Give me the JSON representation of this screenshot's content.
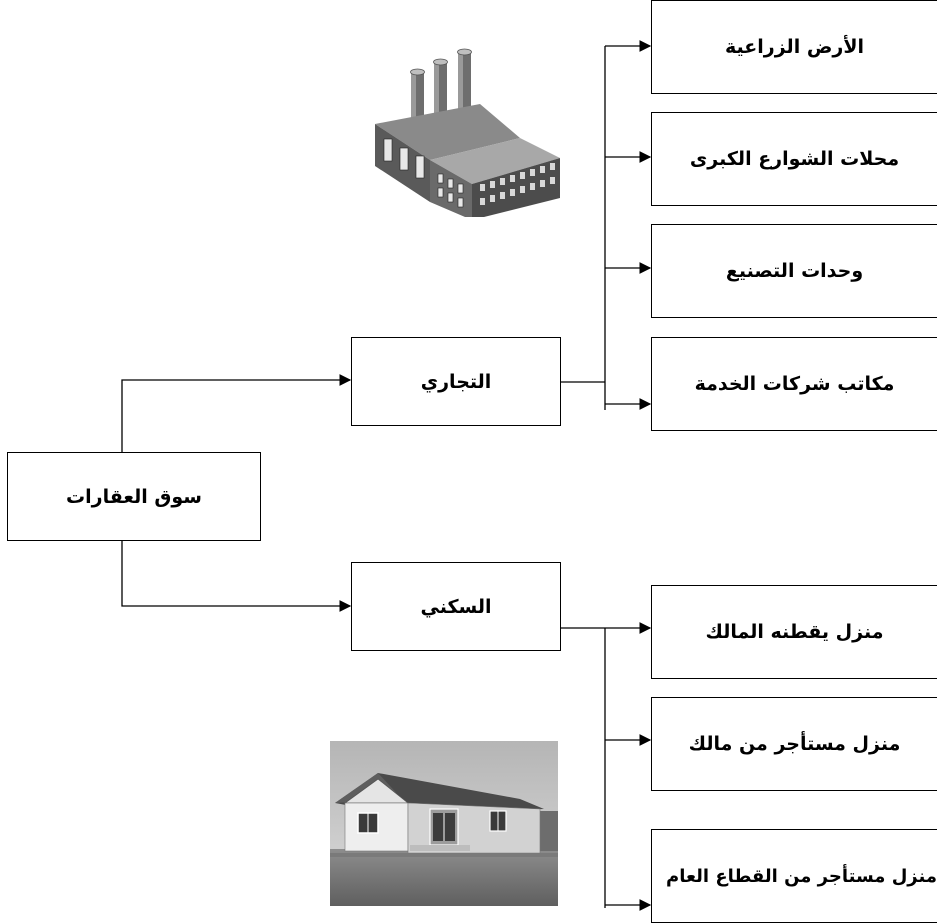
{
  "root": {
    "label": "سوق العقارات"
  },
  "branches": [
    {
      "label": "التجاري",
      "children": [
        "الأرض الزراعية",
        "محلات الشوارع الكبرى",
        "وحدات التصنيع",
        "مكاتب شركات الخدمة"
      ]
    },
    {
      "label": "السكني",
      "children": [
        "منزل يقطنه المالك",
        "منزل مستأجر من مالك",
        "منزل مستأجر من القطاع العام"
      ]
    }
  ],
  "illustrations": {
    "commercial": "factory-illustration",
    "residential": "house-photo"
  },
  "colors": {
    "line": "#000000",
    "box_border": "#000000",
    "background": "#ffffff"
  }
}
